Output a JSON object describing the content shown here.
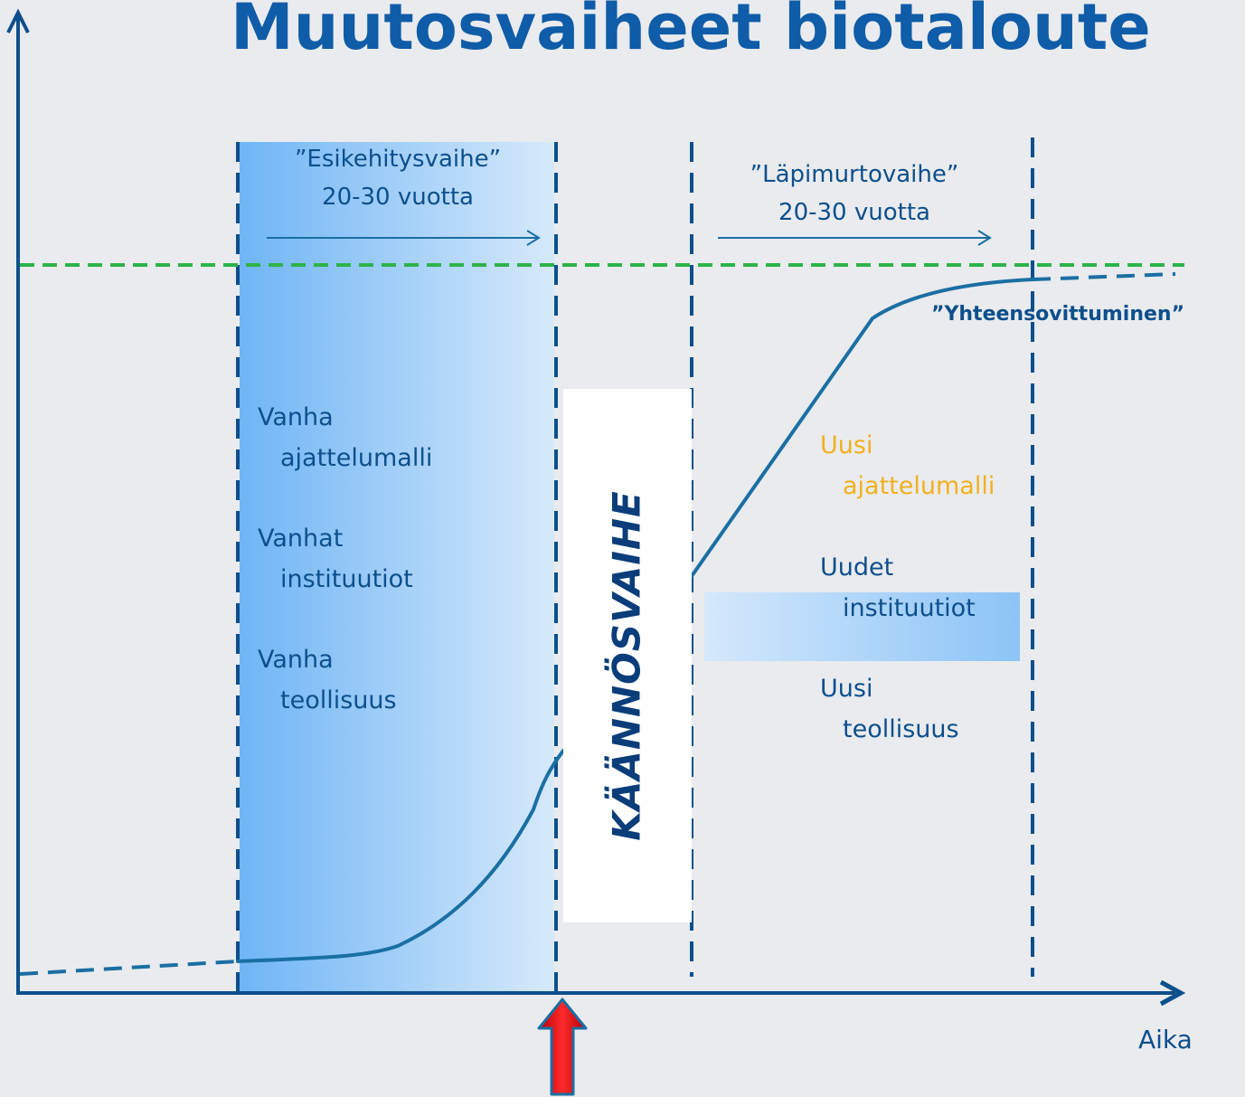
{
  "title": "Muutosvaiheet biotaloute",
  "phases": {
    "pre_development": {
      "label": "”Esikehitysvaihe”",
      "duration": "20-30 vuotta"
    },
    "breakthrough": {
      "label": "”Läpimurtovaihe”",
      "duration": "20-30 vuotta"
    },
    "turning_point": {
      "label": "KÄÄNNÖSVAIHE"
    },
    "alignment": {
      "label": "”Yhteensovittuminen”"
    }
  },
  "old_regime": {
    "mindset": [
      "Vanha",
      "ajattelumalli"
    ],
    "institutions": [
      "Vanhat",
      "instituutiot"
    ],
    "industry": [
      "Vanha",
      "teollisuus"
    ]
  },
  "new_regime": {
    "mindset": [
      "Uusi",
      "ajattelumalli"
    ],
    "institutions": [
      "Uudet",
      "instituutiot"
    ],
    "industry": [
      "Uusi",
      "teollisuus"
    ]
  },
  "x_axis_label": "Aika",
  "colors": {
    "axis": "#0d4f8c",
    "curve": "#1a6fa3",
    "threshold_line": "#2db34a",
    "old_gradient_start": "#6fb5f5",
    "new_mindset_text": "#f2b01e",
    "marker_arrow": "#e8000a"
  },
  "icons": {
    "y_axis_arrow": "arrow-up-icon",
    "x_axis_arrow": "arrow-right-icon",
    "turning_point_marker": "red-up-arrow-icon"
  }
}
